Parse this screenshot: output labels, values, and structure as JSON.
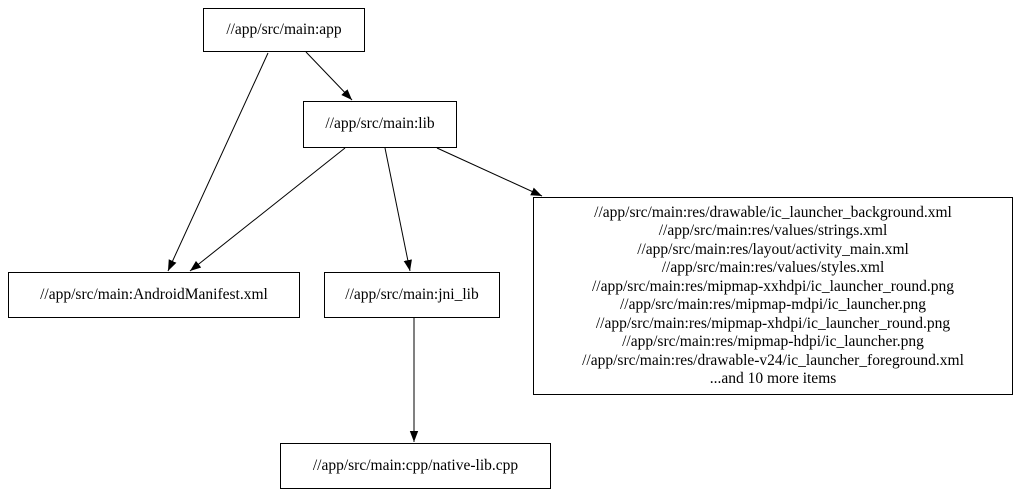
{
  "diagram": {
    "type": "dependency-graph",
    "colors": {
      "background": "#ffffff",
      "node_fill": "#ffffff",
      "node_border": "#000000",
      "text": "#000000",
      "edge": "#000000"
    },
    "nodes": {
      "app": {
        "label": "//app/src/main:app"
      },
      "lib": {
        "label": "//app/src/main:lib"
      },
      "android_manifest": {
        "label": "//app/src/main:AndroidManifest.xml"
      },
      "jni_lib": {
        "label": "//app/src/main:jni_lib"
      },
      "res_group": {
        "lines": [
          "//app/src/main:res/drawable/ic_launcher_background.xml",
          "//app/src/main:res/values/strings.xml",
          "//app/src/main:res/layout/activity_main.xml",
          "//app/src/main:res/values/styles.xml",
          "//app/src/main:res/mipmap-xxhdpi/ic_launcher_round.png",
          "//app/src/main:res/mipmap-mdpi/ic_launcher.png",
          "//app/src/main:res/mipmap-xhdpi/ic_launcher_round.png",
          "//app/src/main:res/mipmap-hdpi/ic_launcher.png",
          "//app/src/main:res/drawable-v24/ic_launcher_foreground.xml",
          "...and 10 more items"
        ]
      },
      "native_lib": {
        "label": "//app/src/main:cpp/native-lib.cpp"
      }
    },
    "edges": [
      {
        "from": "app",
        "to": "lib"
      },
      {
        "from": "app",
        "to": "android_manifest"
      },
      {
        "from": "lib",
        "to": "android_manifest"
      },
      {
        "from": "lib",
        "to": "jni_lib"
      },
      {
        "from": "lib",
        "to": "res_group"
      },
      {
        "from": "jni_lib",
        "to": "native_lib"
      }
    ]
  }
}
